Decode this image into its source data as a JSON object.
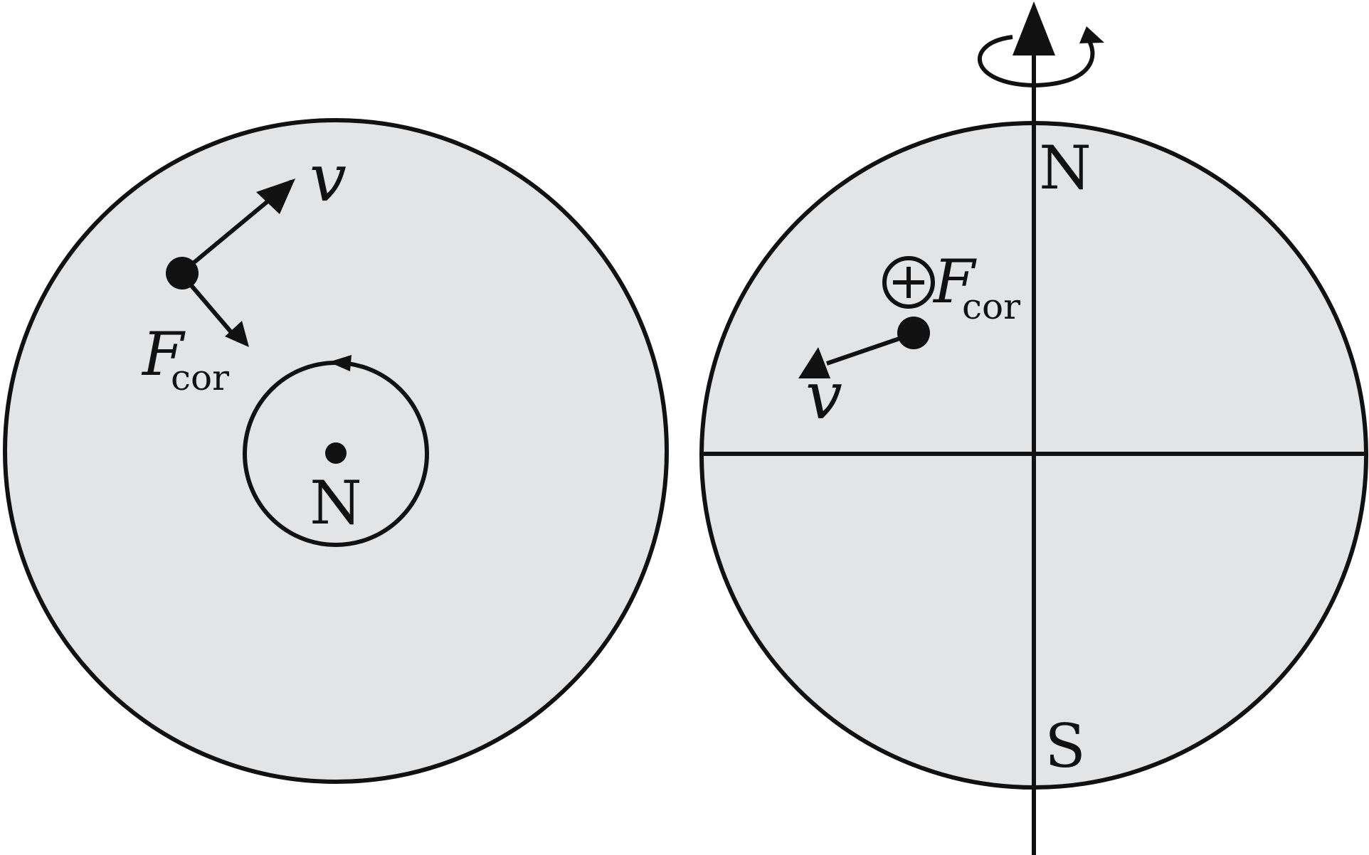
{
  "colors": {
    "disk_fill": "#e3e4e6",
    "stroke": "#111111",
    "background": "#ffffff"
  },
  "left_view": {
    "velocity_label": "v",
    "coriolis_label_main": "F",
    "coriolis_label_sub": "cor",
    "pole_label": "N"
  },
  "right_view": {
    "north_label": "N",
    "south_label": "S",
    "velocity_label": "v",
    "coriolis_label_main": "F",
    "coriolis_label_sub": "cor",
    "into_page_symbol": "circle-plus-icon",
    "rotation_symbol": "rotation-arrow-icon"
  }
}
